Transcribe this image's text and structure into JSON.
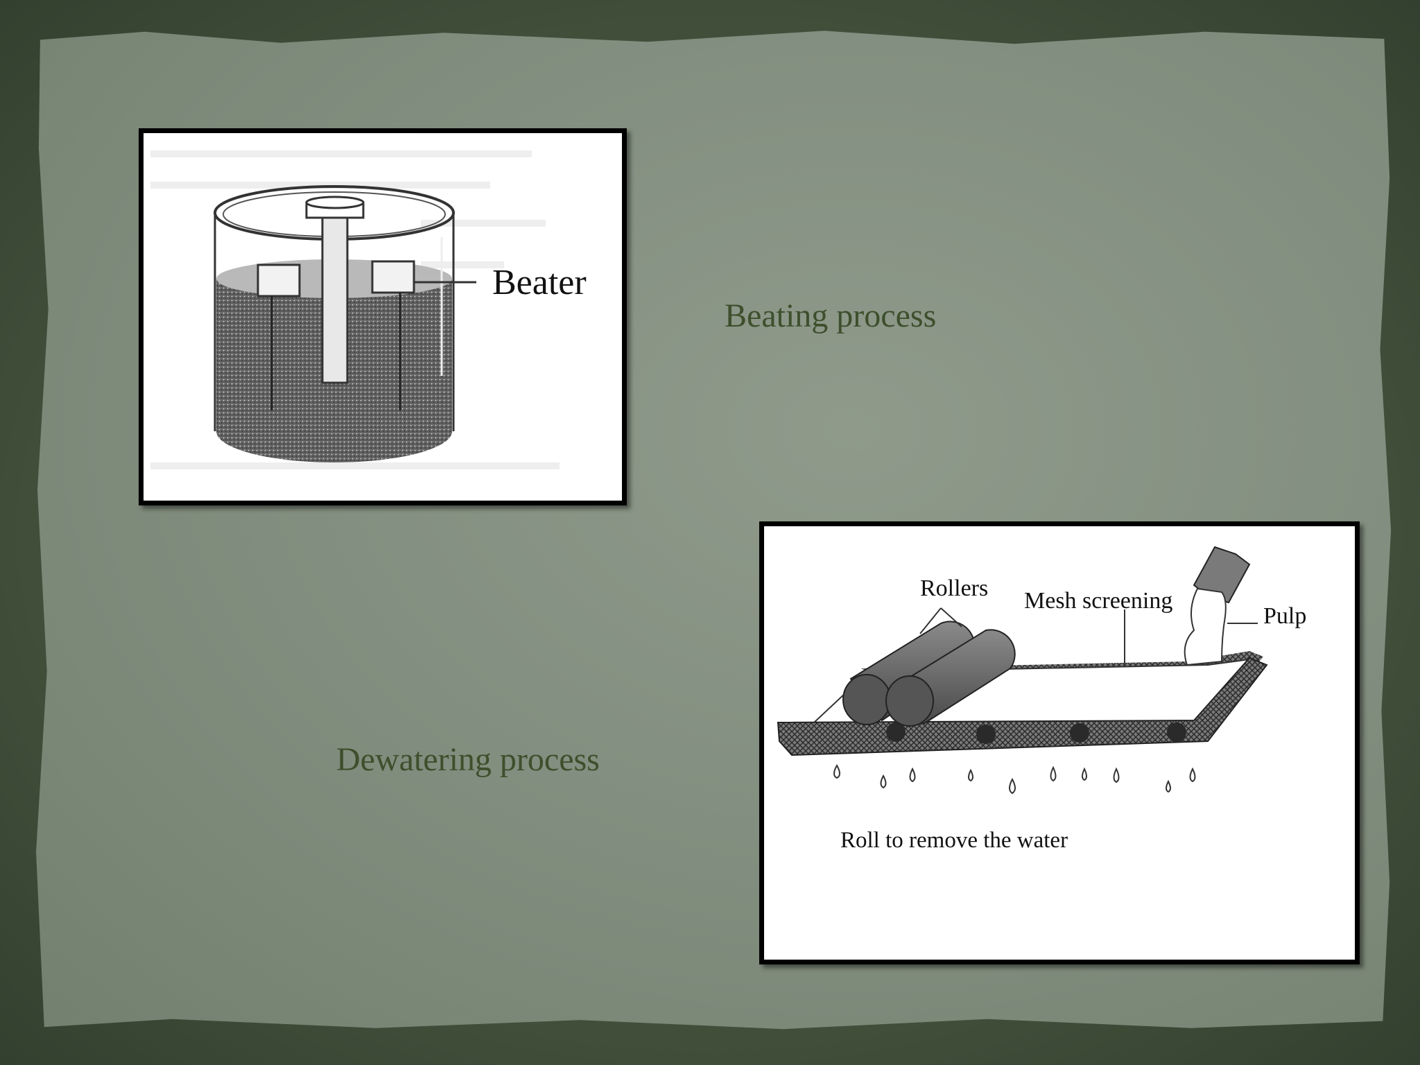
{
  "captions": {
    "beating": "Beating process",
    "dewatering": "Dewatering process"
  },
  "beater_diagram": {
    "beater_label": "Beater"
  },
  "dewatering_diagram": {
    "rollers_label": "Rollers",
    "mesh_label": "Mesh screening",
    "pulp_label": "Pulp",
    "roll_caption": "Roll to remove the water"
  }
}
